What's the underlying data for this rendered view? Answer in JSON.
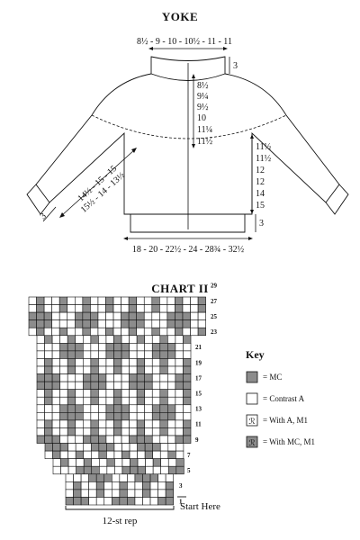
{
  "yoke": {
    "title": "YOKE",
    "neck_width": "8½ - 9 - 10 - 10½ - 11 - 11",
    "neck_depth": "3",
    "yoke_depth": [
      "8½",
      "9¼",
      "9½",
      "10",
      "11¼",
      "11½"
    ],
    "side_length": [
      "11½",
      "11½",
      "12",
      "12",
      "14",
      "15"
    ],
    "sleeve_line1": "14½ - 15 - 15",
    "sleeve_line2": "15½ - 14 - 13½",
    "cuff_depth": "3",
    "hem_depth": "3",
    "hem_width": "18 - 20 - 22½ - 24 - 28¾ - 32½"
  },
  "chart": {
    "title": "CHART II",
    "row_numbers": [
      "29",
      "27",
      "25",
      "23",
      "21",
      "19",
      "17",
      "15",
      "13",
      "11",
      "9",
      "7",
      "5",
      "3",
      "1"
    ],
    "rep_label": "12-st rep",
    "start_label": "Start Here",
    "legend_title": "Key",
    "legend": [
      {
        "symbol": "",
        "label": "= MC",
        "fill": "#8c8c8c"
      },
      {
        "symbol": "",
        "label": "= Contrast A",
        "fill": "#ffffff"
      },
      {
        "symbol": "ℛ",
        "label": "= With A, M1",
        "fill": "#ffffff"
      },
      {
        "symbol": "ℛ",
        "label": "= With MC, M1",
        "fill": "#8c8c8c"
      }
    ]
  },
  "colors": {
    "mc": "#8c8c8c",
    "contrast_a": "#ffffff",
    "line": "#111111"
  }
}
